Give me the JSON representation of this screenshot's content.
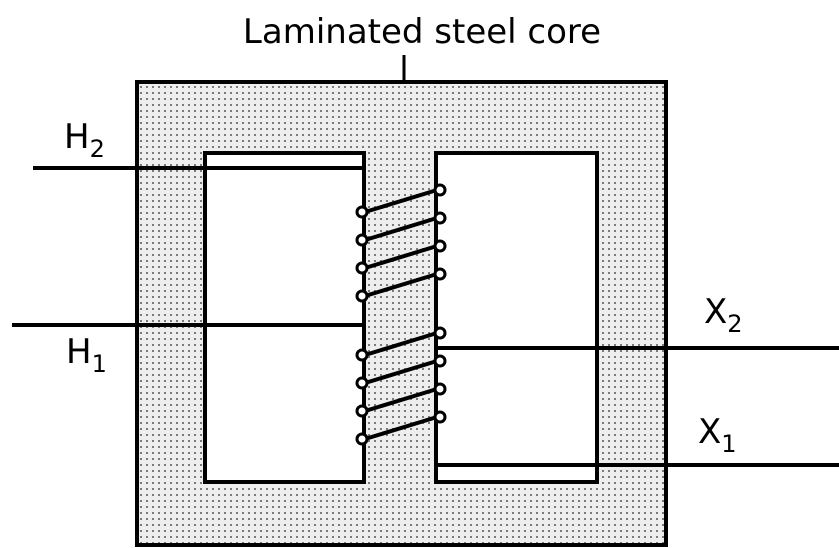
{
  "diagram": {
    "core_label": "Laminated steel core",
    "terminals": {
      "h2": {
        "letter": "H",
        "sub": "2"
      },
      "h1": {
        "letter": "H",
        "sub": "1"
      },
      "x2": {
        "letter": "X",
        "sub": "2"
      },
      "x1": {
        "letter": "X",
        "sub": "1"
      }
    }
  },
  "colors": {
    "line": "#000000",
    "core_fill": "#eeeeee",
    "dot": "#7a7a7a",
    "background": "#ffffff"
  }
}
